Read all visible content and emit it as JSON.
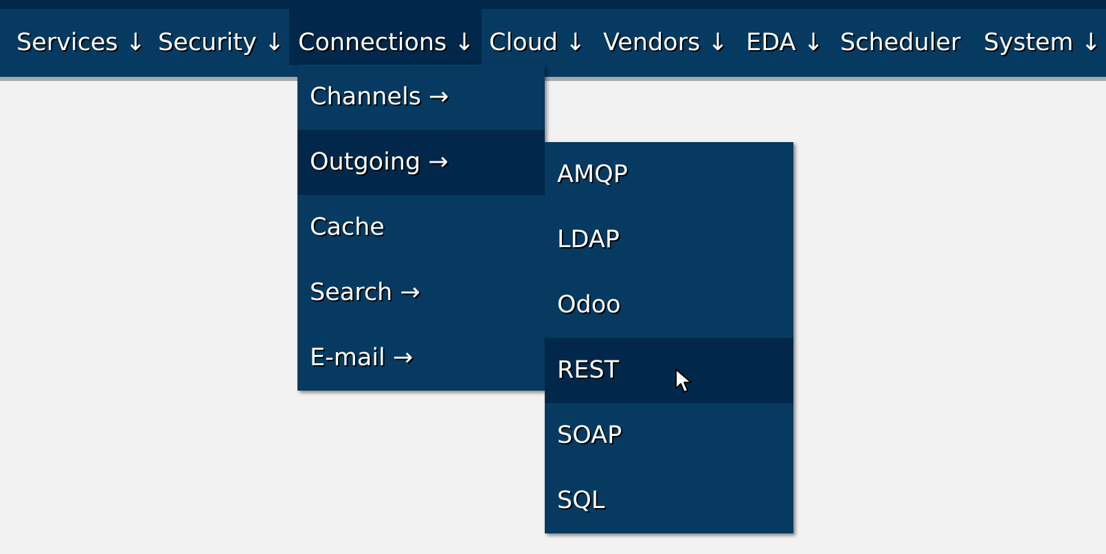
{
  "menubar": {
    "items": [
      {
        "label": "Services ↓"
      },
      {
        "label": "Security ↓"
      },
      {
        "label": "Connections ↓"
      },
      {
        "label": "Cloud ↓"
      },
      {
        "label": "Vendors ↓"
      },
      {
        "label": "EDA ↓"
      },
      {
        "label": "Scheduler"
      },
      {
        "label": "System ↓"
      }
    ],
    "active": "Connections ↓"
  },
  "connections_menu": {
    "items": [
      {
        "label": "Channels →"
      },
      {
        "label": "Outgoing →"
      },
      {
        "label": "Cache"
      },
      {
        "label": "Search →"
      },
      {
        "label": "E-mail →"
      }
    ],
    "active": "Outgoing →"
  },
  "outgoing_menu": {
    "items": [
      {
        "label": "AMQP"
      },
      {
        "label": "LDAP"
      },
      {
        "label": "Odoo"
      },
      {
        "label": "REST"
      },
      {
        "label": "SOAP"
      },
      {
        "label": "SQL"
      }
    ],
    "active": "REST"
  },
  "colors": {
    "menubar": "#063a61",
    "active_item": "#01284a",
    "page_background": "#f2f2f2",
    "text": "#ffffff"
  },
  "icons": {
    "cursor": "mouse-pointer-icon"
  }
}
